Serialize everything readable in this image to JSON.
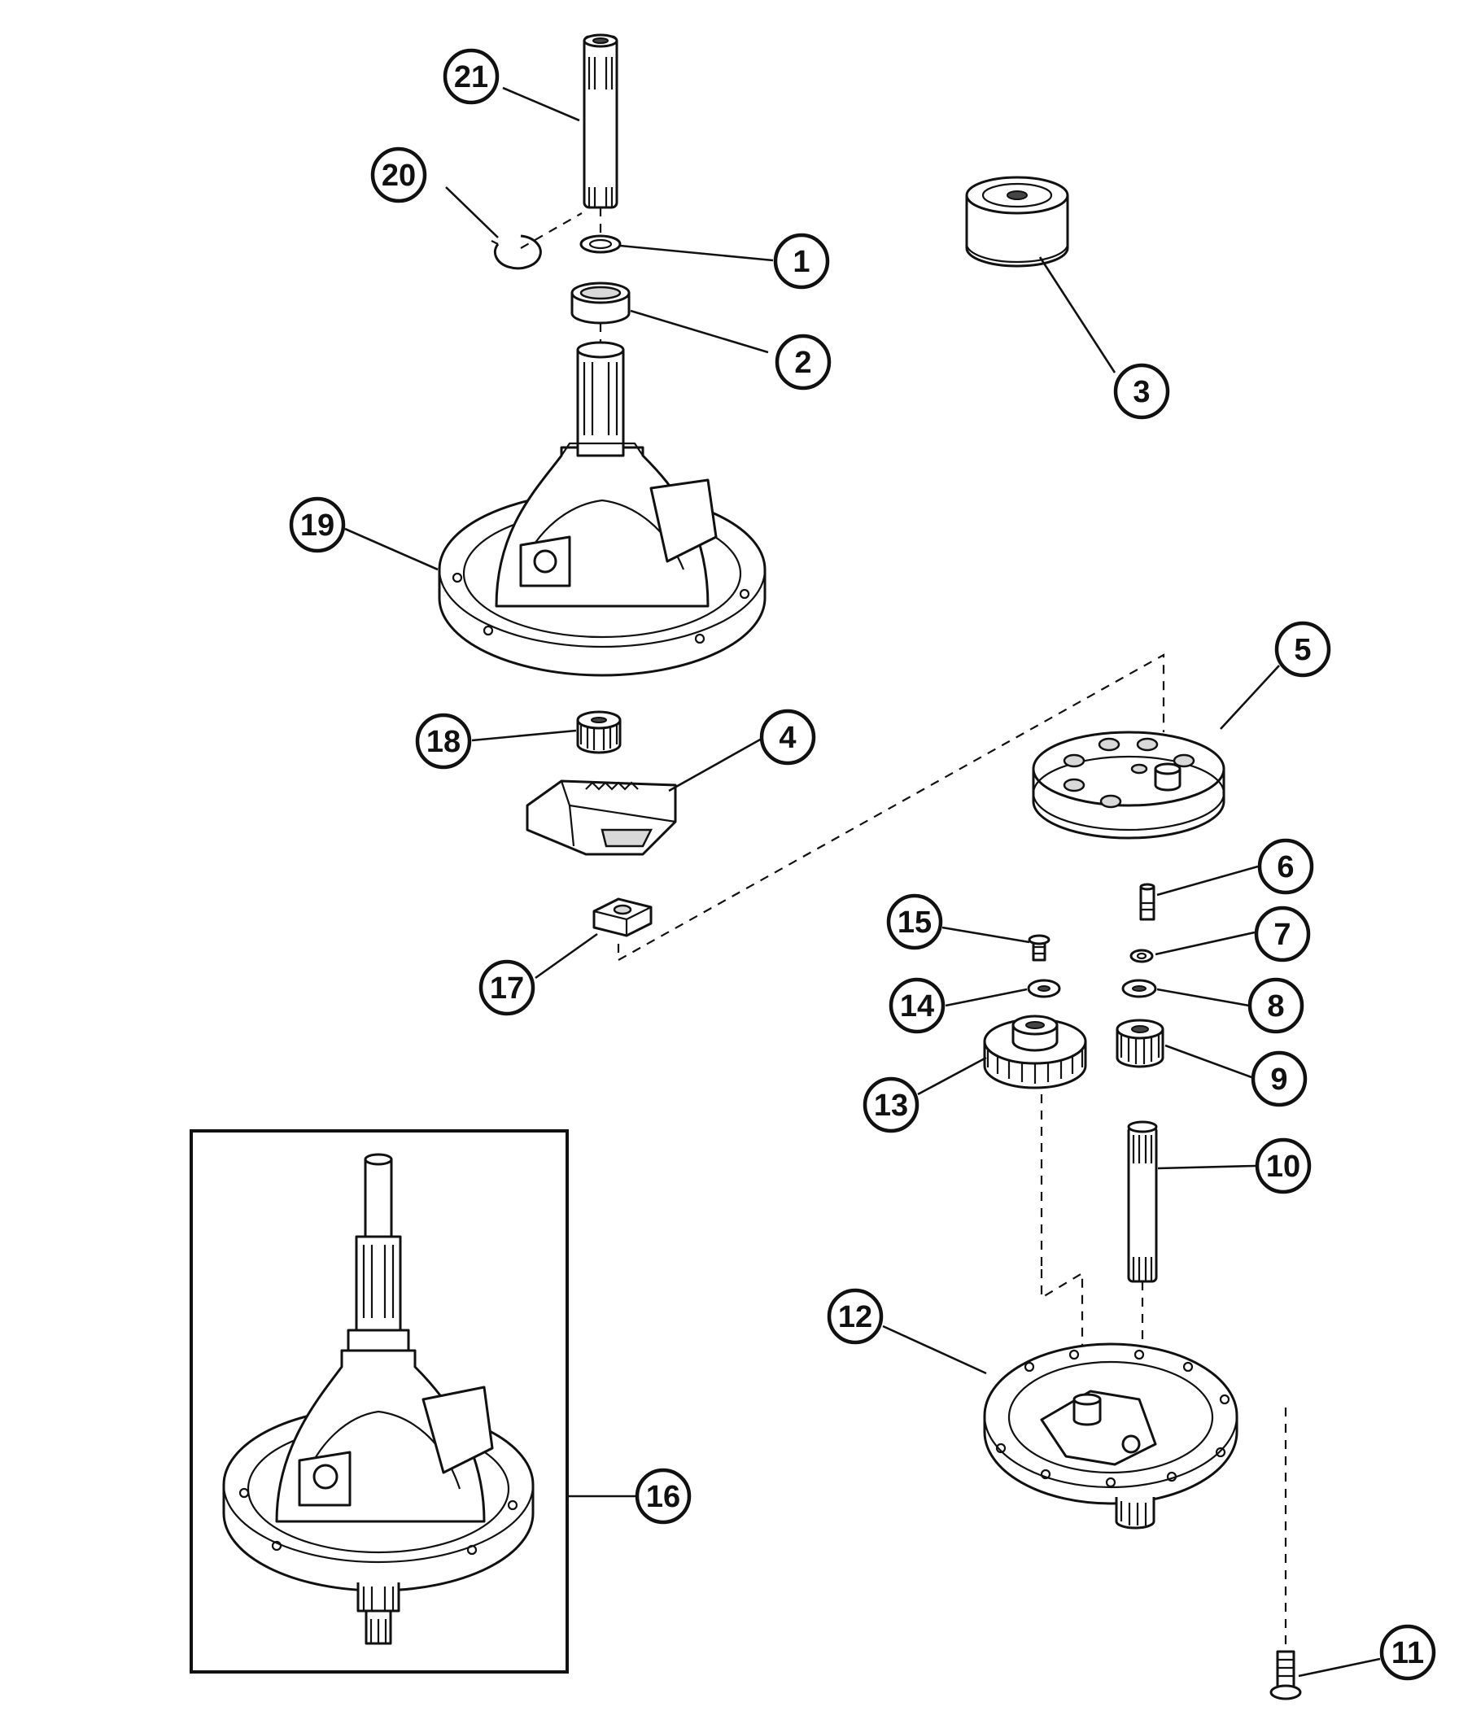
{
  "diagram": {
    "callouts": [
      {
        "id": "c1",
        "label": "1"
      },
      {
        "id": "c2",
        "label": "2"
      },
      {
        "id": "c3",
        "label": "3"
      },
      {
        "id": "c4",
        "label": "4"
      },
      {
        "id": "c5",
        "label": "5"
      },
      {
        "id": "c6",
        "label": "6"
      },
      {
        "id": "c7",
        "label": "7"
      },
      {
        "id": "c8",
        "label": "8"
      },
      {
        "id": "c9",
        "label": "9"
      },
      {
        "id": "c10",
        "label": "10"
      },
      {
        "id": "c11",
        "label": "11"
      },
      {
        "id": "c12",
        "label": "12"
      },
      {
        "id": "c13",
        "label": "13"
      },
      {
        "id": "c14",
        "label": "14"
      },
      {
        "id": "c15",
        "label": "15"
      },
      {
        "id": "c16",
        "label": "16"
      },
      {
        "id": "c17",
        "label": "17"
      },
      {
        "id": "c18",
        "label": "18"
      },
      {
        "id": "c19",
        "label": "19"
      },
      {
        "id": "c20",
        "label": "20"
      },
      {
        "id": "c21",
        "label": "21"
      }
    ]
  }
}
